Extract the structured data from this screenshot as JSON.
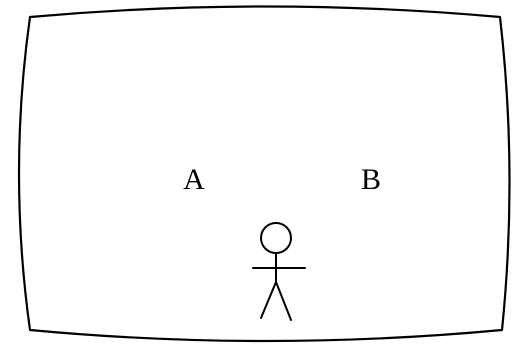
{
  "diagram": {
    "labels": {
      "a": "A",
      "b": "B"
    },
    "colors": {
      "stroke": "#000000",
      "background": "#ffffff"
    },
    "elements": [
      "screen-frame",
      "stick-figure-icon"
    ]
  }
}
